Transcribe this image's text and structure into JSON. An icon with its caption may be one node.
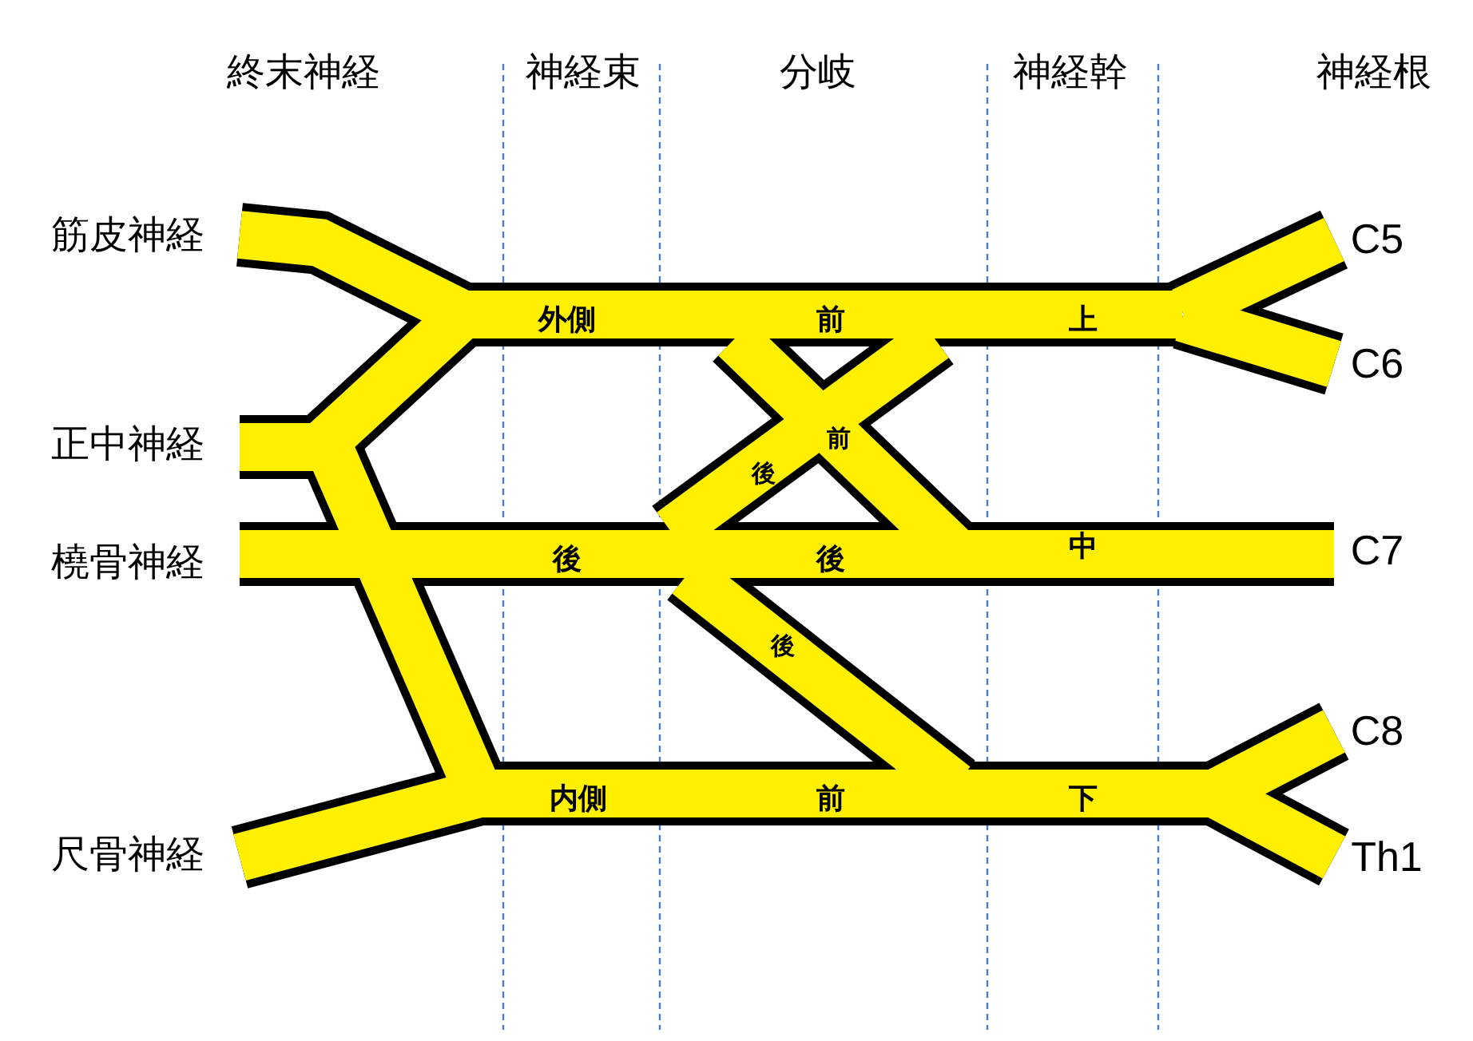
{
  "diagram": {
    "labels": [
      "終末神経",
      "神経束",
      "分岐",
      "神経幹",
      "神経根",
      "筋皮神経",
      "C5",
      "外側",
      "前",
      "上",
      "C6",
      "正中神経",
      "後",
      "前",
      "橈骨神経",
      "後",
      "後",
      "中",
      "C7",
      "後",
      "C8",
      "内側",
      "前",
      "下",
      "尺骨神経",
      "Th1"
    ]
  }
}
